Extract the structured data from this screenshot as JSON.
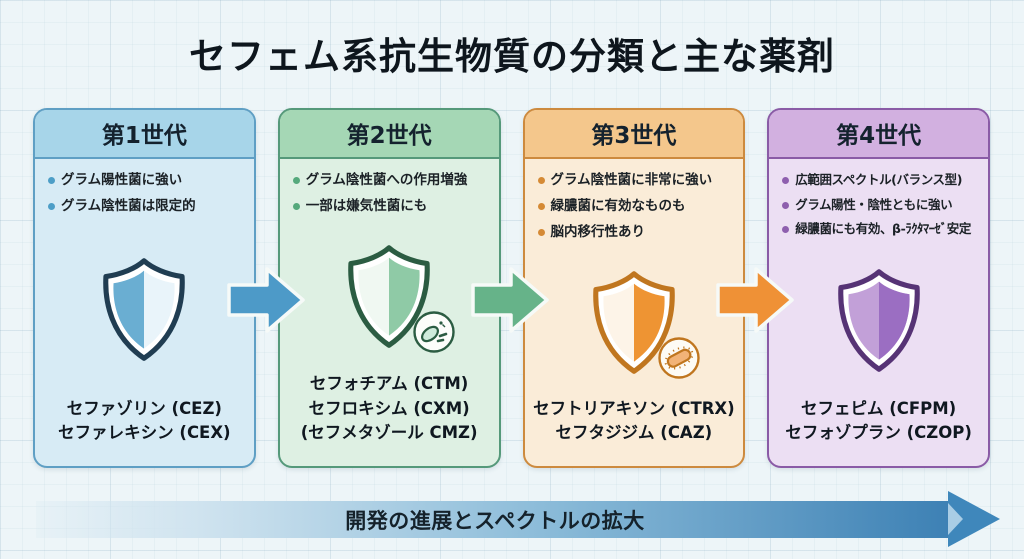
{
  "title": "セフェム系抗生物質の分類と主な薬剤",
  "canvas_bg": "#edf5f8",
  "generations": [
    {
      "name": "第1世代",
      "bullets": [
        "グラム陽性菌に強い",
        "グラム陰性菌は限定的"
      ],
      "drugs": [
        "セファゾリン (CEZ)",
        "セファレキシン (CEX)"
      ],
      "shield_icon": "half-left-filled-shield",
      "theme": {
        "border": "#5f9fc4",
        "header_bg": "#a7d5e9",
        "body_bg": "#d7ebf5",
        "accent": "#4d9ec7",
        "shield_outline": "#203d52",
        "shield_fill": "#6aaed2",
        "shield_light": "#e9f4fa"
      }
    },
    {
      "name": "第2世代",
      "bullets": [
        "グラム陰性菌への作用増強",
        "一部は嫌気性菌にも"
      ],
      "drugs": [
        "セフォチアム (CTM)",
        "セフロキシム (CXM)",
        "(セフメタゾール CMZ)"
      ],
      "shield_icon": "half-right-filled-shield-with-bacteria-badge",
      "theme": {
        "border": "#55997a",
        "header_bg": "#a5d7b5",
        "body_bg": "#def0e3",
        "accent": "#55a97c",
        "shield_outline": "#2b5c42",
        "shield_fill": "#8fcaa6",
        "shield_light": "#f0f8f2"
      }
    },
    {
      "name": "第3世代",
      "bullets": [
        "グラム陰性菌に非常に強い",
        "緑膿菌に有効なものも",
        "脳内移行性あり"
      ],
      "drugs": [
        "セフトリアキソン (CTRX)",
        "セフタジジム (CAZ)"
      ],
      "shield_icon": "half-right-filled-shield-with-bacteria-badge",
      "theme": {
        "border": "#cd8a3e",
        "header_bg": "#f4c78c",
        "body_bg": "#faecd8",
        "accent": "#d58a35",
        "shield_outline": "#c0761f",
        "shield_fill": "#ee9433",
        "shield_light": "#fdf4e8"
      }
    },
    {
      "name": "第4世代",
      "bullets": [
        "広範囲スペクトル(バランス型)",
        "グラム陽性・陰性ともに強い",
        "緑膿菌にも有効、β-ﾗｸﾀﾏｰｾﾞ安定"
      ],
      "drugs": [
        "セフェピム (CFPM)",
        "セフォゾプラン (CZOP)"
      ],
      "shield_icon": "fully-filled-shield",
      "theme": {
        "border": "#8a5ba6",
        "header_bg": "#d2b0e0",
        "body_bg": "#ecdff3",
        "accent": "#8e5fae",
        "shield_outline": "#563375",
        "shield_fill": "#9b6ec2",
        "shield_light": "#c2a0d8"
      }
    }
  ],
  "connector_arrows": [
    {
      "icon": "right-block-arrow",
      "color": "#4d9ac8"
    },
    {
      "icon": "right-block-arrow",
      "color": "#66b389"
    },
    {
      "icon": "right-block-arrow",
      "color": "#ef9136"
    }
  ],
  "bottom_arrow": {
    "label": "開発の進展とスペクトルの拡大",
    "gradient_start": "#cfe3ef",
    "gradient_end": "#3c80b4",
    "head_color": "#3f87bb",
    "head_notch_color": "#a9cde5"
  }
}
